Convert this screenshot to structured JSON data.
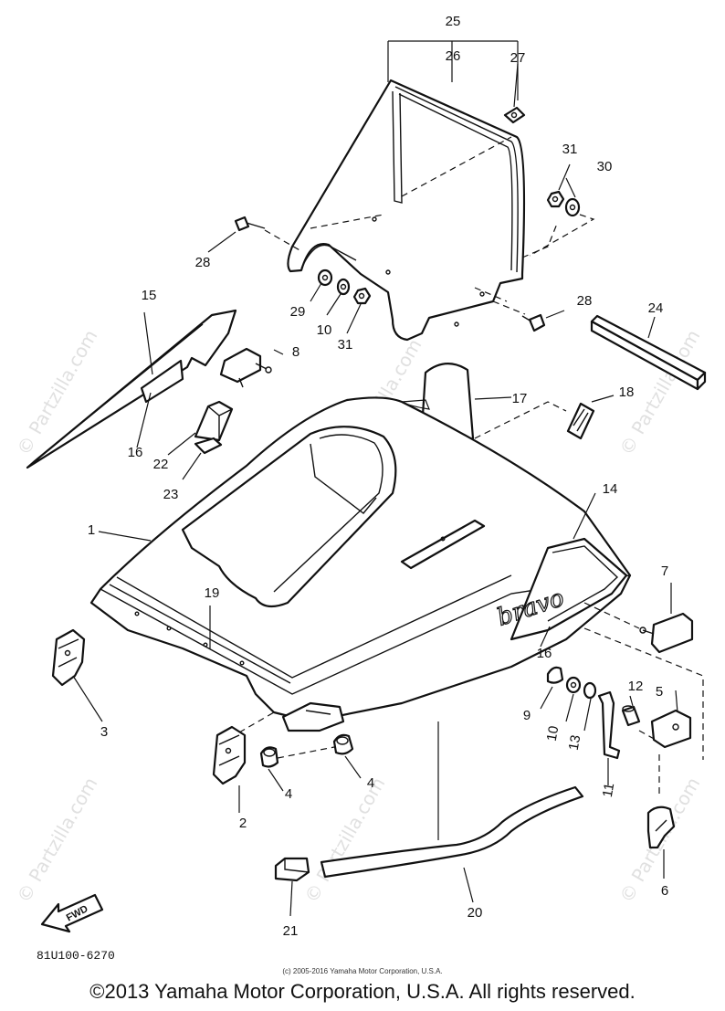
{
  "parts": {
    "p1": "1",
    "p2": "2",
    "p3": "3",
    "p4a": "4",
    "p4b": "4",
    "p5": "5",
    "p6": "6",
    "p7": "7",
    "p8": "8",
    "p9": "9",
    "p10a": "10",
    "p10b": "10",
    "p11": "11",
    "p12": "12",
    "p13": "13",
    "p14": "14",
    "p15": "15",
    "p16a": "16",
    "p16b": "16",
    "p17": "17",
    "p18": "18",
    "p19": "19",
    "p20": "20",
    "p21": "21",
    "p22": "22",
    "p23": "23",
    "p24": "24",
    "p25": "25",
    "p26": "26",
    "p27": "27",
    "p28a": "28",
    "p28b": "28",
    "p29": "29",
    "p30a": "30",
    "p31a": "31",
    "p31b": "31"
  },
  "decal_text": "bravo",
  "fwd_label": "FWD",
  "diagram_code": "81U100-6270",
  "small_copyright": "(c) 2005-2016 Yamaha Motor Corporation, U.S.A.",
  "copyright": "©2013 Yamaha Motor Corporation, U.S.A. All rights reserved.",
  "watermark": "© Partzilla.com"
}
